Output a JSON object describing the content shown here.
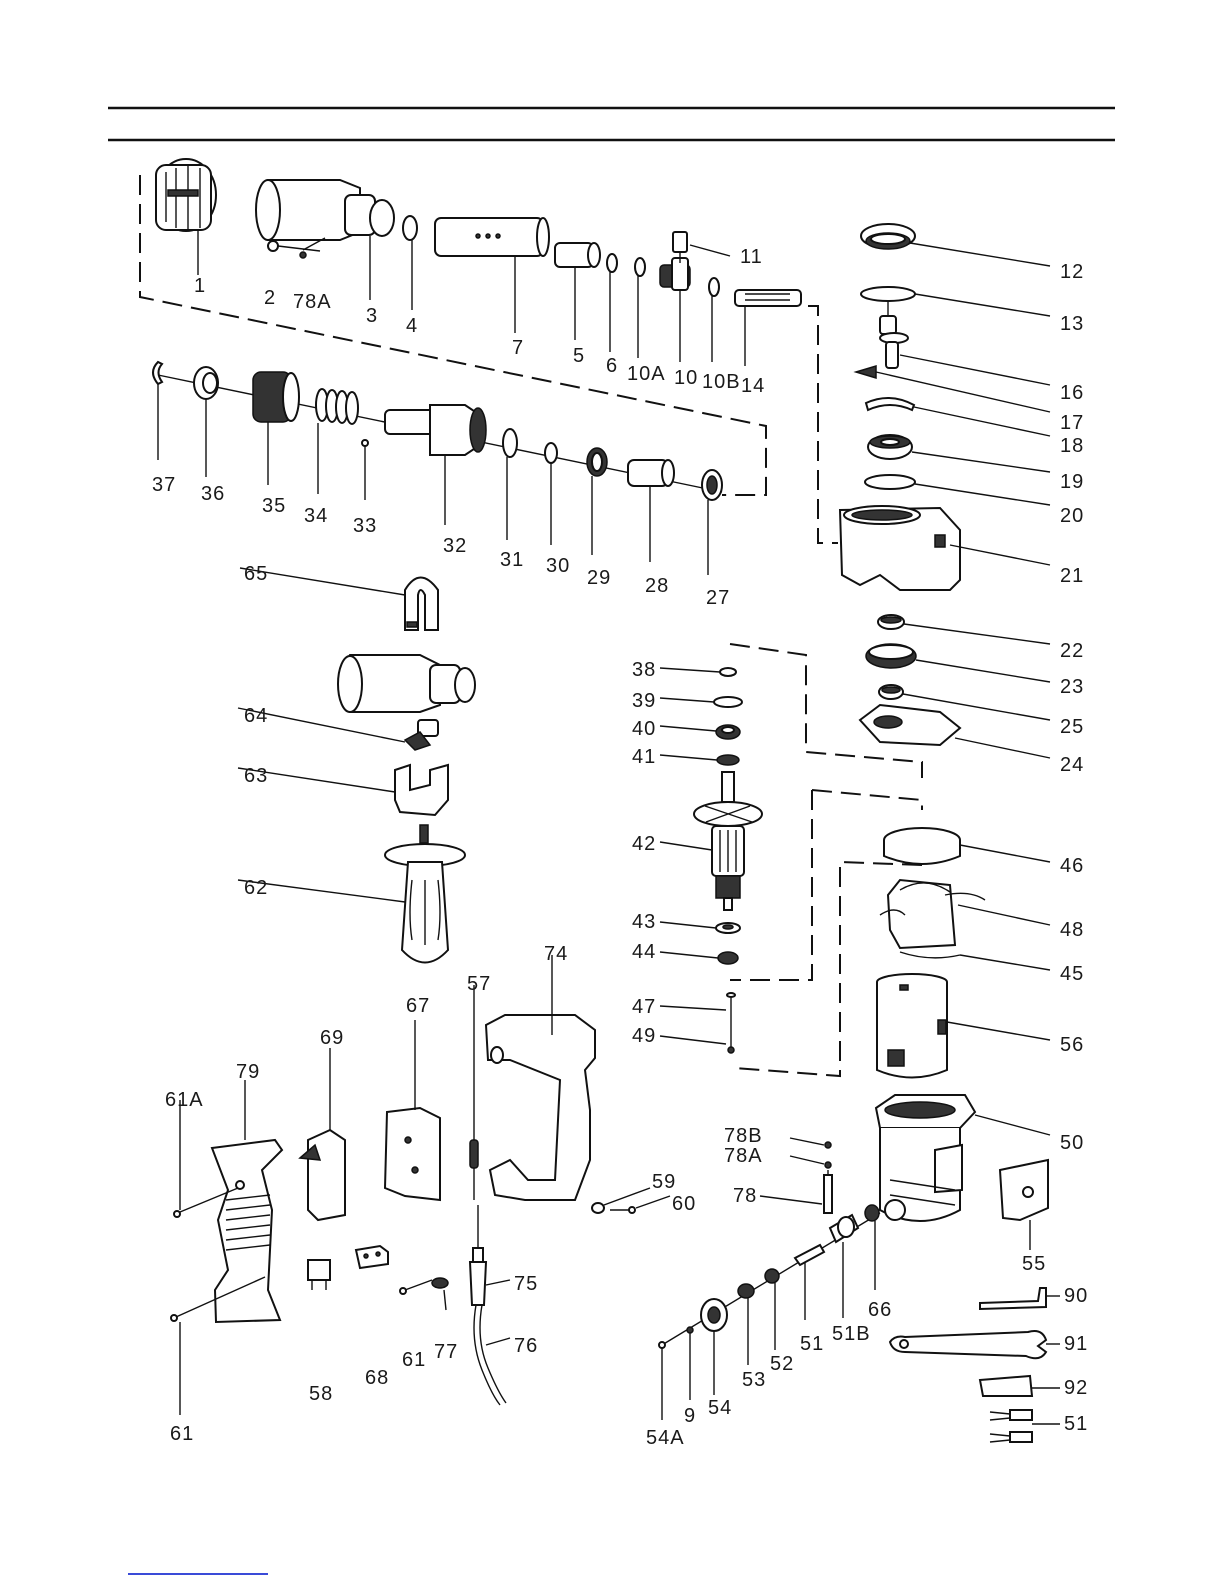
{
  "labels": {
    "p1": "1",
    "p2": "2",
    "p78A_top": "78A",
    "p3": "3",
    "p4": "4",
    "p7": "7",
    "p5": "5",
    "p6": "6",
    "p10A": "10A",
    "p10": "10",
    "p10B": "10B",
    "p14": "14",
    "p11": "11",
    "p12": "12",
    "p13": "13",
    "p16": "16",
    "p17": "17",
    "p18": "18",
    "p19": "19",
    "p20": "20",
    "p21": "21",
    "p22": "22",
    "p23": "23",
    "p25": "25",
    "p24": "24",
    "p37": "37",
    "p36": "36",
    "p35": "35",
    "p34": "34",
    "p33": "33",
    "p32": "32",
    "p31": "31",
    "p30": "30",
    "p29": "29",
    "p28": "28",
    "p27": "27",
    "p65": "65",
    "p64": "64",
    "p63": "63",
    "p62": "62",
    "p38": "38",
    "p39": "39",
    "p40": "40",
    "p41": "41",
    "p42": "42",
    "p43": "43",
    "p44": "44",
    "p47": "47",
    "p49": "49",
    "p46": "46",
    "p48": "48",
    "p45": "45",
    "p56": "56",
    "p50": "50",
    "p74": "74",
    "p57": "57",
    "p67": "67",
    "p69": "69",
    "p79": "79",
    "p61A": "61A",
    "p61_left": "61",
    "p58": "58",
    "p68": "68",
    "p61_mid": "61",
    "p77": "77",
    "p75": "75",
    "p76": "76",
    "p59": "59",
    "p60": "60",
    "p78B": "78B",
    "p78A_mid": "78A",
    "p78": "78",
    "p66": "66",
    "p51B": "51B",
    "p51_mid": "51",
    "p52": "52",
    "p53": "53",
    "p54": "54",
    "p9": "9",
    "p54A": "54A",
    "p55": "55",
    "p90": "90",
    "p91": "91",
    "p92": "92",
    "p51_right": "51"
  }
}
